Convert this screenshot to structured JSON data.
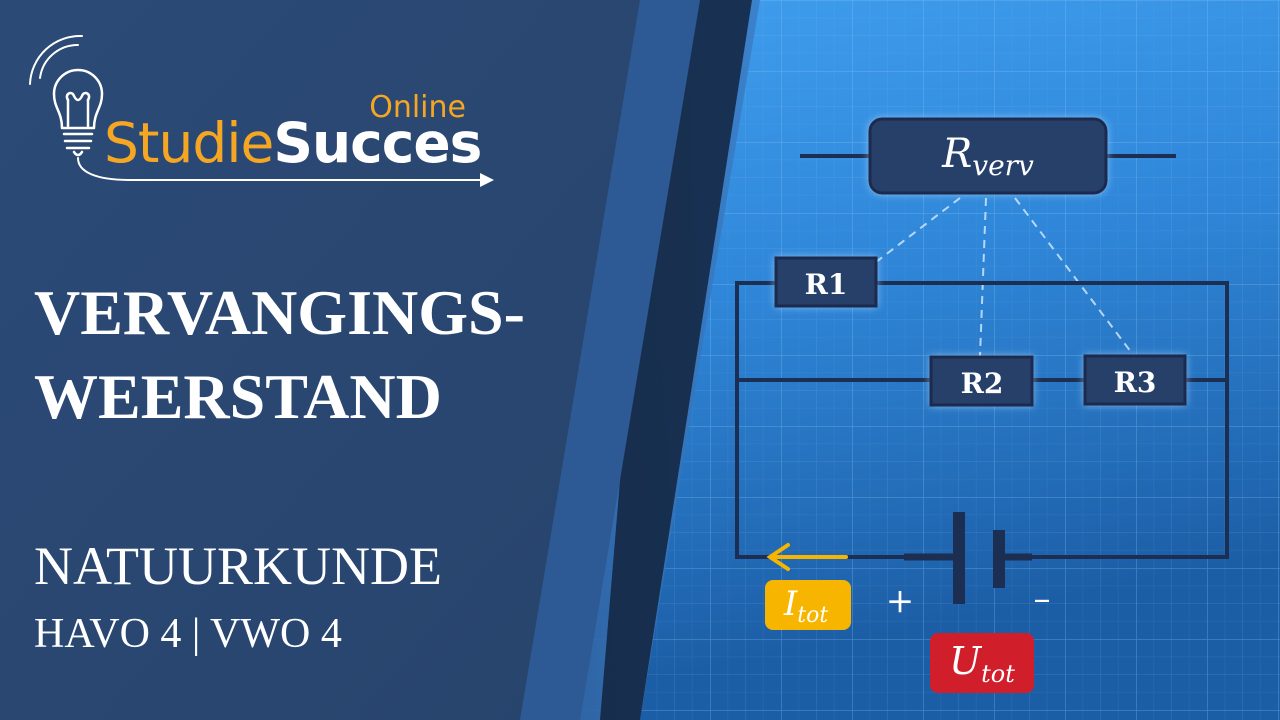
{
  "brand": {
    "name_part1": "Studie",
    "name_part2": "Succes",
    "tag": "Online",
    "color_orange": "#f5a623",
    "color_white": "#ffffff"
  },
  "title": {
    "line1": "VERVANGINGS-",
    "line2": "WEERSTAND"
  },
  "subject": "NATUURKUNDE",
  "levels": "HAVO 4 | VWO 4",
  "diagram": {
    "r_equivalent": {
      "main": "R",
      "sub": "verv"
    },
    "resistors": [
      "R1",
      "R2",
      "R3"
    ],
    "current_label": {
      "main": "I",
      "sub": "tot"
    },
    "voltage_label": {
      "main": "U",
      "sub": "tot"
    },
    "plus_sign": "+",
    "minus_sign": "–"
  },
  "colors": {
    "left_panel": "#2a4772",
    "blueprint_light": "#42a4f5",
    "blueprint_dark": "#1d5fa8",
    "component_fill": "#27406a",
    "current_badge": "#f7b500",
    "voltage_badge": "#d01f2b"
  }
}
